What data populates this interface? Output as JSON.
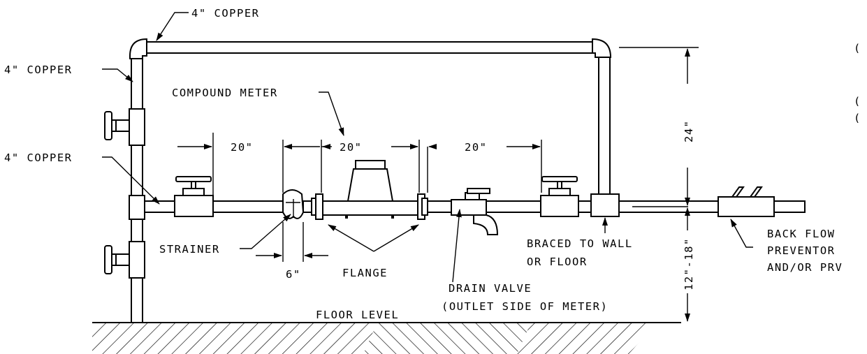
{
  "labels": {
    "copper_top": "4\" COPPER",
    "copper_left_upper": "4\" COPPER",
    "copper_left_lower": "4\" COPPER",
    "compound_meter": "COMPOUND METER",
    "dim_20_left": "20\"",
    "dim_20_mid": "20\"",
    "dim_20_right": "20\"",
    "dim_24": "24\"",
    "dim_12_18": "12\"-18\"",
    "dim_6": "6\"",
    "strainer": "STRAINER",
    "flange": "FLANGE",
    "drain_valve_1": "DRAIN VALVE",
    "drain_valve_2": "(OUTLET SIDE OF METER)",
    "braced_1": "BRACED TO WALL",
    "braced_2": "OR FLOOR",
    "backflow_1": "BACK FLOW",
    "backflow_2": "PREVENTOR",
    "backflow_3": "AND/OR PRV",
    "floor_level": "FLOOR LEVEL",
    "edge_mark_1": "(",
    "edge_mark_2": "(",
    "edge_mark_3": "("
  },
  "colors": {
    "line": "#000000",
    "background": "#ffffff"
  }
}
